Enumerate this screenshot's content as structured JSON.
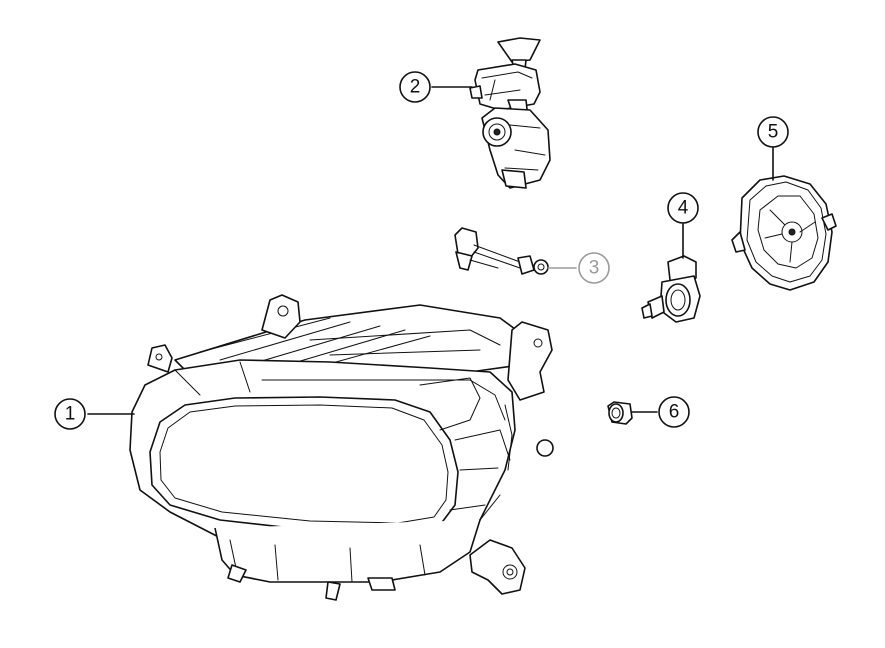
{
  "callouts": [
    {
      "id": "1",
      "label": "1",
      "color": "#111111"
    },
    {
      "id": "2",
      "label": "2",
      "color": "#111111"
    },
    {
      "id": "3",
      "label": "3",
      "color": "#9a9a9a"
    },
    {
      "id": "4",
      "label": "4",
      "color": "#111111"
    },
    {
      "id": "5",
      "label": "5",
      "color": "#111111"
    },
    {
      "id": "6",
      "label": "6",
      "color": "#111111"
    }
  ]
}
